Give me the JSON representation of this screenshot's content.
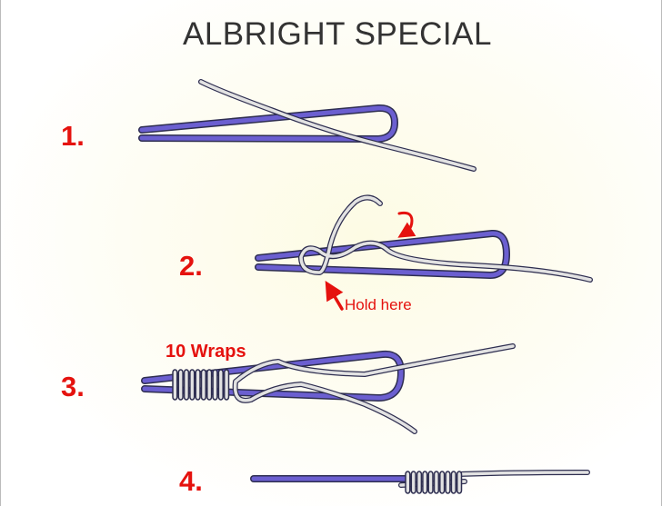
{
  "title": "ALBRIGHT SPECIAL",
  "steps": [
    {
      "label": "1."
    },
    {
      "label": "2.",
      "note": "Hold here"
    },
    {
      "label": "3.",
      "note": "10 Wraps"
    },
    {
      "label": "4."
    }
  ],
  "colors": {
    "heavy_line": "#6b5fd0",
    "light_line": "#e2e2e2",
    "outline": "#2e2e50",
    "annotation": "#e5120e"
  }
}
